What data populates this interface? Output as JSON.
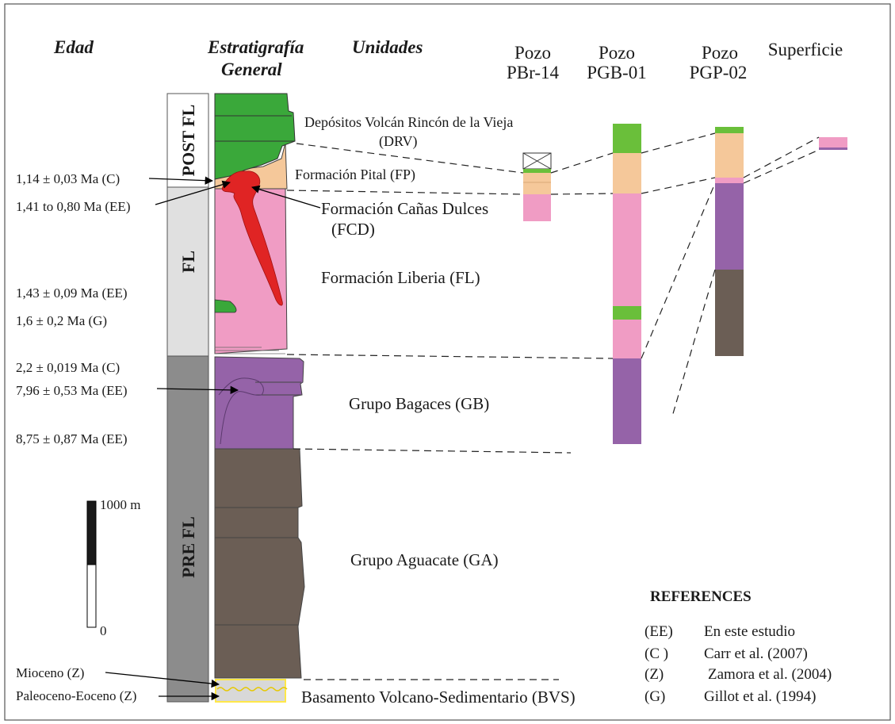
{
  "headers": {
    "edad": "Edad",
    "estratigrafia_1": "Estratigrafía",
    "estratigrafia_2": "General",
    "unidades": "Unidades",
    "pozo_pbr14_1": "Pozo",
    "pozo_pbr14_2": "PBr-14",
    "pozo_pgb01_1": "Pozo",
    "pozo_pgb01_2": "PGB-01",
    "pozo_pgp02_1": "Pozo",
    "pozo_pgp02_2": "PGP-02",
    "superficie": "Superficie"
  },
  "eras": {
    "post_fl": "POST FL",
    "fl": "FL",
    "pre_fl": "PRE FL"
  },
  "ages": {
    "a1": "1,14 ± 0,03 Ma (C)",
    "a2": "1,41 to 0,80 Ma (EE)",
    "a3": "1,43 ± 0,09 Ma (EE)",
    "a4": "1,6 ± 0,2 Ma (G)",
    "a5": "2,2 ± 0,019 Ma (C)",
    "a6": "7,96 ± 0,53 Ma (EE)",
    "a7": "8,75 ± 0,87 Ma (EE)",
    "a8": "Mioceno (Z)",
    "a9": "Paleoceno-Eoceno (Z)"
  },
  "units": {
    "drv_1": "Depósitos Volcán Rincón de la Vieja",
    "drv_2": "(DRV)",
    "fp": "Formación Pital (FP)",
    "fcd_1": "Formación Cañas Dulces",
    "fcd_2": "(FCD)",
    "fl": "Formación Liberia (FL)",
    "gb": "Grupo Bagaces (GB)",
    "ga": "Grupo Aguacate (GA)",
    "bvs": "Basamento Volcano-Sedimentario (BVS)"
  },
  "scale": {
    "top_label": "1000 m",
    "bottom_label": "0"
  },
  "references": {
    "title": "REFERENCES",
    "items": [
      {
        "code": "(EE)",
        "text": "En este estudio"
      },
      {
        "code": "(C )",
        "text": "Carr et al. (2007)"
      },
      {
        "code": "(Z)",
        "text": "Zamora et al. (2004)"
      },
      {
        "code": "(G)",
        "text": "Gillot et al. (1994)"
      }
    ]
  },
  "colors": {
    "green": "#3aa83a",
    "well_green": "#6abf3a",
    "tan": "#f5c89a",
    "pink": "#f09cc4",
    "red": "#e02424",
    "purple": "#9563a8",
    "brown": "#6b5e55",
    "light_gray": "#e0e0e0",
    "dark_gray": "#8c8c8c",
    "yellow": "#ffe84a"
  }
}
